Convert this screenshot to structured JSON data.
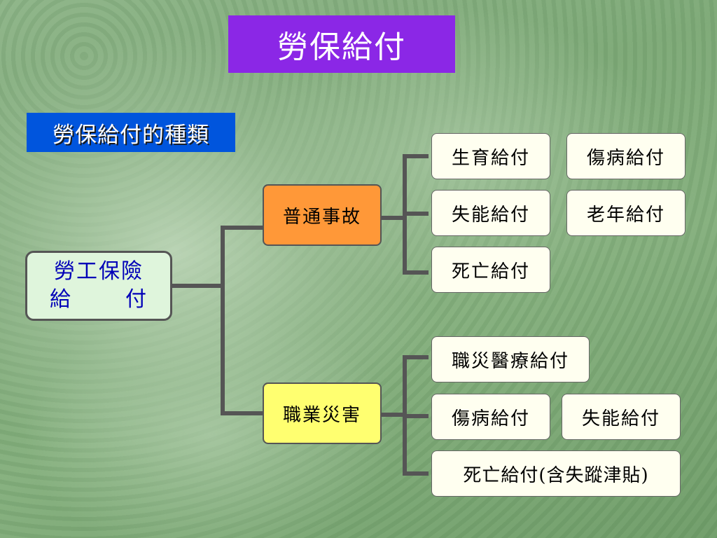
{
  "title": "勞保給付",
  "subtitle": "勞保給付的種類",
  "root": {
    "line1": "勞工保險",
    "line2a": "給",
    "line2b": "付"
  },
  "categories": [
    {
      "label": "普通事故",
      "items": [
        "生育給付",
        "傷病給付",
        "失能給付",
        "老年給付",
        "死亡給付"
      ]
    },
    {
      "label": "職業災害",
      "items": [
        "職災醫療給付",
        "傷病給付",
        "失能給付",
        "死亡給付(含失蹤津貼)"
      ]
    }
  ],
  "colors": {
    "title_bg": "#8b27e6",
    "subtitle_bg": "#0055dd",
    "root_bg": "#dff5dc",
    "cat_general_bg": "#ff9838",
    "cat_occupational_bg": "#ffff70",
    "leaf_bg": "#fffff0",
    "connector": "#555555"
  }
}
